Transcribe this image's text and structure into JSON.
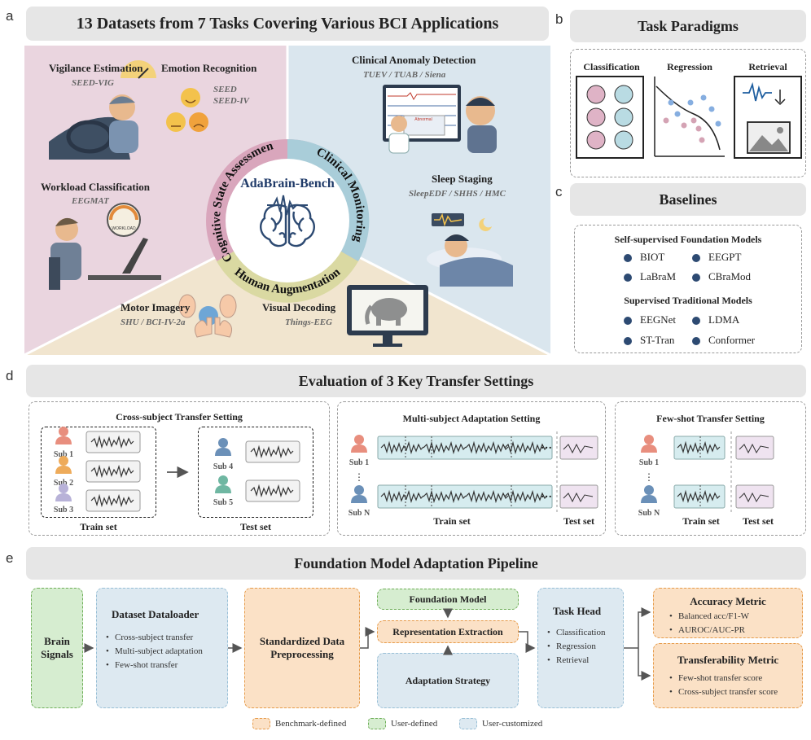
{
  "panel_labels": {
    "a": "a",
    "b": "b",
    "c": "c",
    "d": "d",
    "e": "e"
  },
  "panel_a": {
    "title": "13 Datasets from 7 Tasks Covering Various BCI Applications",
    "center": "AdaBrain-Bench",
    "categories": {
      "cognitive": "Cognitive State Assessment",
      "clinical": "Clinical Monitoring",
      "human": "Human Augmentation"
    },
    "tasks": {
      "vigilance": {
        "name": "Vigilance Estimation",
        "datasets": "SEED-VIG"
      },
      "emotion": {
        "name": "Emotion Recognition",
        "datasets1": "SEED",
        "datasets2": "SEED-IV"
      },
      "workload": {
        "name": "Workload Classification",
        "datasets": "EEGMAT",
        "gauge": "WORKLOAD"
      },
      "anomaly": {
        "name": "Clinical Anomaly Detection",
        "datasets": "TUEV / TUAB / Siena",
        "screen": "Abnormal"
      },
      "sleep": {
        "name": "Sleep Staging",
        "datasets": "SleepEDF / SHHS / HMC"
      },
      "motor": {
        "name": "Motor Imagery",
        "datasets": "SHU / BCI-IV-2a"
      },
      "visual": {
        "name": "Visual Decoding",
        "datasets": "Things-EEG"
      }
    }
  },
  "panel_b": {
    "title": "Task Paradigms",
    "paradigms": [
      "Classification",
      "Regression",
      "Retrieval"
    ]
  },
  "panel_c": {
    "title": "Baselines",
    "groups": [
      {
        "name": "Self-supervised Foundation Models",
        "items": [
          "BIOT",
          "EEGPT",
          "LaBraM",
          "CBraMod"
        ]
      },
      {
        "name": "Supervised Traditional Models",
        "items": [
          "EEGNet",
          "LDMA",
          "ST-Tran",
          "Conformer"
        ]
      }
    ]
  },
  "panel_d": {
    "title": "Evaluation of 3 Key Transfer Settings",
    "cross": {
      "title": "Cross-subject Transfer Setting",
      "train": [
        "Sub 1",
        "Sub 2",
        "Sub 3"
      ],
      "test": [
        "Sub 4",
        "Sub 5"
      ],
      "train_label": "Train set",
      "test_label": "Test set"
    },
    "multi": {
      "title": "Multi-subject Adaptation Setting",
      "subs": [
        "Sub 1",
        "Sub N"
      ],
      "train_label": "Train set",
      "test_label": "Test set"
    },
    "few": {
      "title": "Few-shot Transfer Setting",
      "subs": [
        "Sub 1",
        "Sub N"
      ],
      "train_label": "Train set",
      "test_label": "Test set"
    }
  },
  "panel_e": {
    "title": "Foundation Model Adaptation Pipeline",
    "brain": "Brain Signals",
    "loader": {
      "title": "Dataset Dataloader",
      "items": [
        "Cross-subject transfer",
        "Multi-subject adaptation",
        "Few-shot transfer"
      ]
    },
    "preproc": "Standardized Data Preprocessing",
    "fm": "Foundation Model",
    "rep": "Representation Extraction",
    "adapt": "Adaptation Strategy",
    "head": {
      "title": "Task Head",
      "items": [
        "Classification",
        "Regression",
        "Retrieval"
      ]
    },
    "acc": {
      "title": "Accuracy Metric",
      "items": [
        "Balanced acc/F1-W",
        "AUROC/AUC-PR"
      ]
    },
    "transfer": {
      "title": "Transferability Metric",
      "items": [
        "Few-shot transfer score",
        "Cross-subject transfer score"
      ]
    },
    "legend": [
      "Benchmark-defined",
      "User-defined",
      "User-customized"
    ]
  },
  "colors": {
    "pink": "#ead5df",
    "blue": "#dae6ee",
    "beige": "#f1e5cf",
    "navy": "#1f3a68",
    "orange": "#fbe1c6",
    "green": "#d6edd0",
    "lightblue": "#dde9f1"
  }
}
